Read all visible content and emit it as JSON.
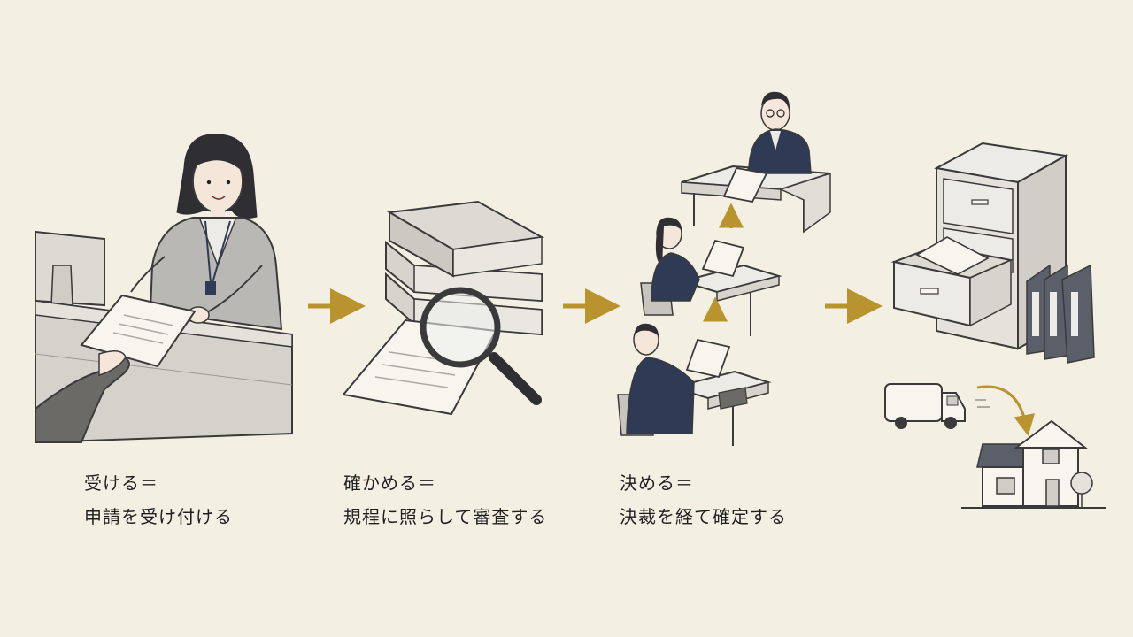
{
  "steps": [
    {
      "line1": "受ける＝",
      "line2": "申請を受け付ける"
    },
    {
      "line1": "確かめる＝",
      "line2": "規程に照らして審査する"
    },
    {
      "line1": "決める＝",
      "line2": "決裁を経て確定する"
    }
  ],
  "colors": {
    "background": "#f3f0e3",
    "arrow": "#b8932e",
    "ink": "#3a3a3a",
    "navy": "#2f3a55",
    "paper": "#f7f5ee",
    "gray_panel": "#d9d7d0"
  }
}
